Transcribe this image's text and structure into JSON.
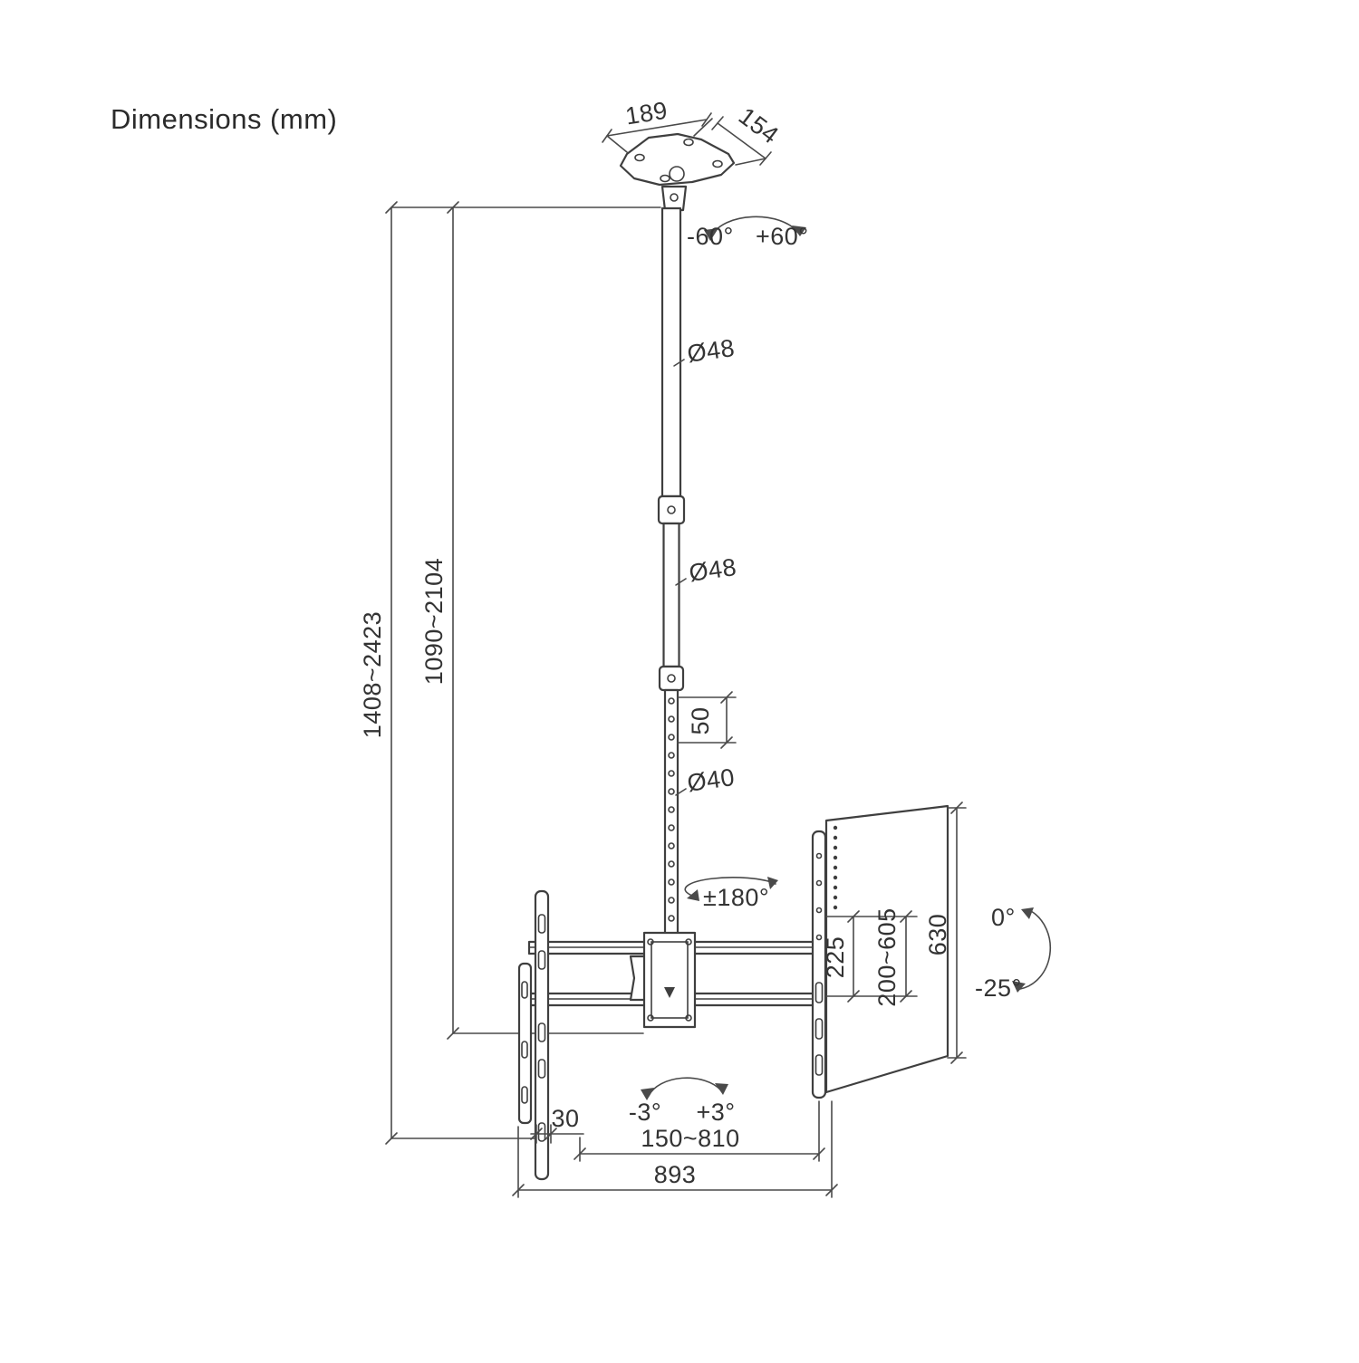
{
  "title": "Dimensions (mm)",
  "labels": {
    "ceiling_plate_width": "189",
    "ceiling_plate_depth": "154",
    "swivel_neg": "-60°",
    "swivel_pos": "+60°",
    "upper_pole_diameter": "Ø48",
    "middle_pole_diameter": "Ø48",
    "hole_pitch": "50",
    "lower_pole_diameter": "Ø40",
    "overall_height_range": "1408~2423",
    "pole_height_range": "1090~2104",
    "rotation_range": "±180°",
    "vesa_height": "225",
    "height_adjust_range": "200~605",
    "bracket_height": "630",
    "tilt_up": "0°",
    "tilt_down": "-25°",
    "level_neg": "-3°",
    "level_pos": "+3°",
    "bracket_depth": "30",
    "width_adjust_range": "150~810",
    "overall_width": "893"
  }
}
